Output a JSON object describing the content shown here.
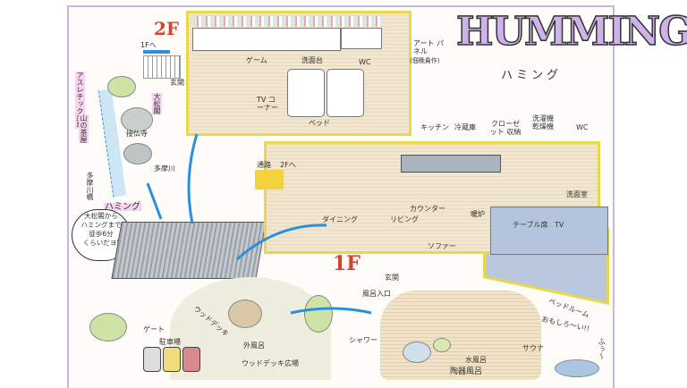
{
  "title": {
    "logo": "HUMMING",
    "kana": "ハミング"
  },
  "floor2": {
    "label": "2F",
    "to_1f": "1Fへ",
    "entrance": "玄関",
    "game": "ゲーム",
    "washbasin": "洗面台",
    "wc": "WC",
    "art_panel": "アート パネル",
    "art_credit": "(佃晩貴作)",
    "tv_corner": "TV コーナー",
    "bed": "ベッド"
  },
  "floor1": {
    "label": "1F",
    "kitchen": "キッチン",
    "fridge": "冷蔵庫",
    "closet": "クローゼット 収納",
    "laundry": "洗濯機 乾燥機",
    "wc": "WC",
    "passage": "通路",
    "to_2f": "2Fへ",
    "washroom": "洗面室",
    "counter": "カウンター",
    "fireplace": "暖炉",
    "dining": "ダイニング",
    "living": "リビング",
    "sofa": "ソファー",
    "table_seats": "テーブル席",
    "tv": "TV",
    "entrance": "玄関",
    "bedroom": "ベッドルーム"
  },
  "bath": {
    "entrance": "風呂入口",
    "shower": "シャワー",
    "cold_bath": "水風呂",
    "ceramic_bath": "陶器風呂",
    "sauna": "サウナ",
    "exclaim": "おもしろ〜い!!",
    "sigh": "ふぅ〜"
  },
  "outside": {
    "outdoor_bath": "外風呂",
    "wood_deck": "ウッドデッキ",
    "wood_deck_plaza": "ウッドデッキ広場",
    "gate": "ゲート",
    "parking": "駐車場"
  },
  "area": {
    "athletic": "アスレチック広場",
    "teahouse": "山の茶屋",
    "daishokaku": "大松閣",
    "temple": "接仏寺",
    "river": "多摩川",
    "bridge": "多摩川橋",
    "humming": "ハミング",
    "bubble": [
      "大松閣から",
      "ハミングまで",
      "徒歩6分",
      "くらいだヨ!"
    ]
  },
  "colors": {
    "frame": "#c7b6e6",
    "wall": "#e9d84a",
    "arrow": "#2b8fe0",
    "floor_label": "#d9402e",
    "logo": "#cdb3ea"
  }
}
